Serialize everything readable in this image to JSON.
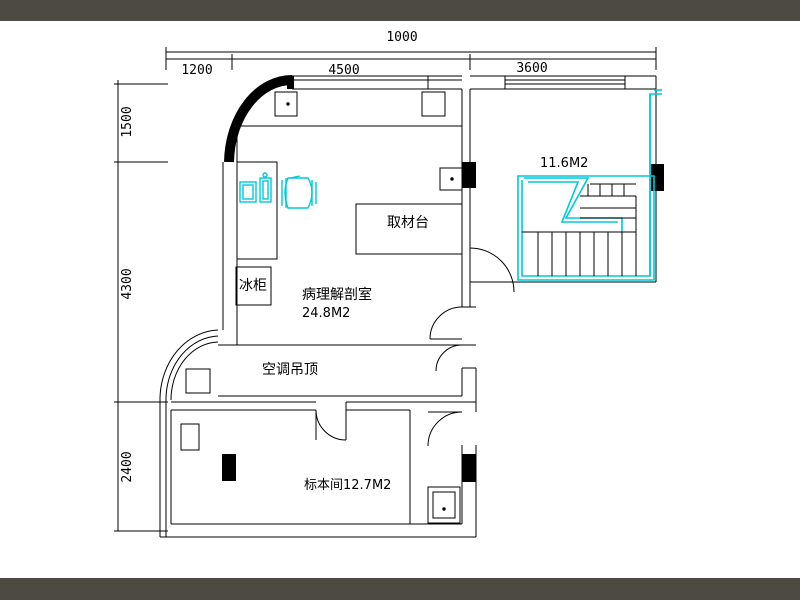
{
  "dimensions": {
    "overall": "1000",
    "top_1": "1200",
    "top_2": "4500",
    "top_3": "3600",
    "left_1": "1500",
    "left_2": "4300",
    "left_3": "2400"
  },
  "rooms": {
    "pathology": {
      "name": "病理解剖室",
      "area": "24.8M2"
    },
    "sampling_table": "取材台",
    "fridge": "冰柜",
    "ceiling": "空调吊顶",
    "specimen": "标本间12.7M2",
    "stair_area": "11.6M2"
  },
  "colors": {
    "frame": "#4d4a44",
    "wall": "#000000",
    "furniture_cyan": "#00c8d8"
  }
}
